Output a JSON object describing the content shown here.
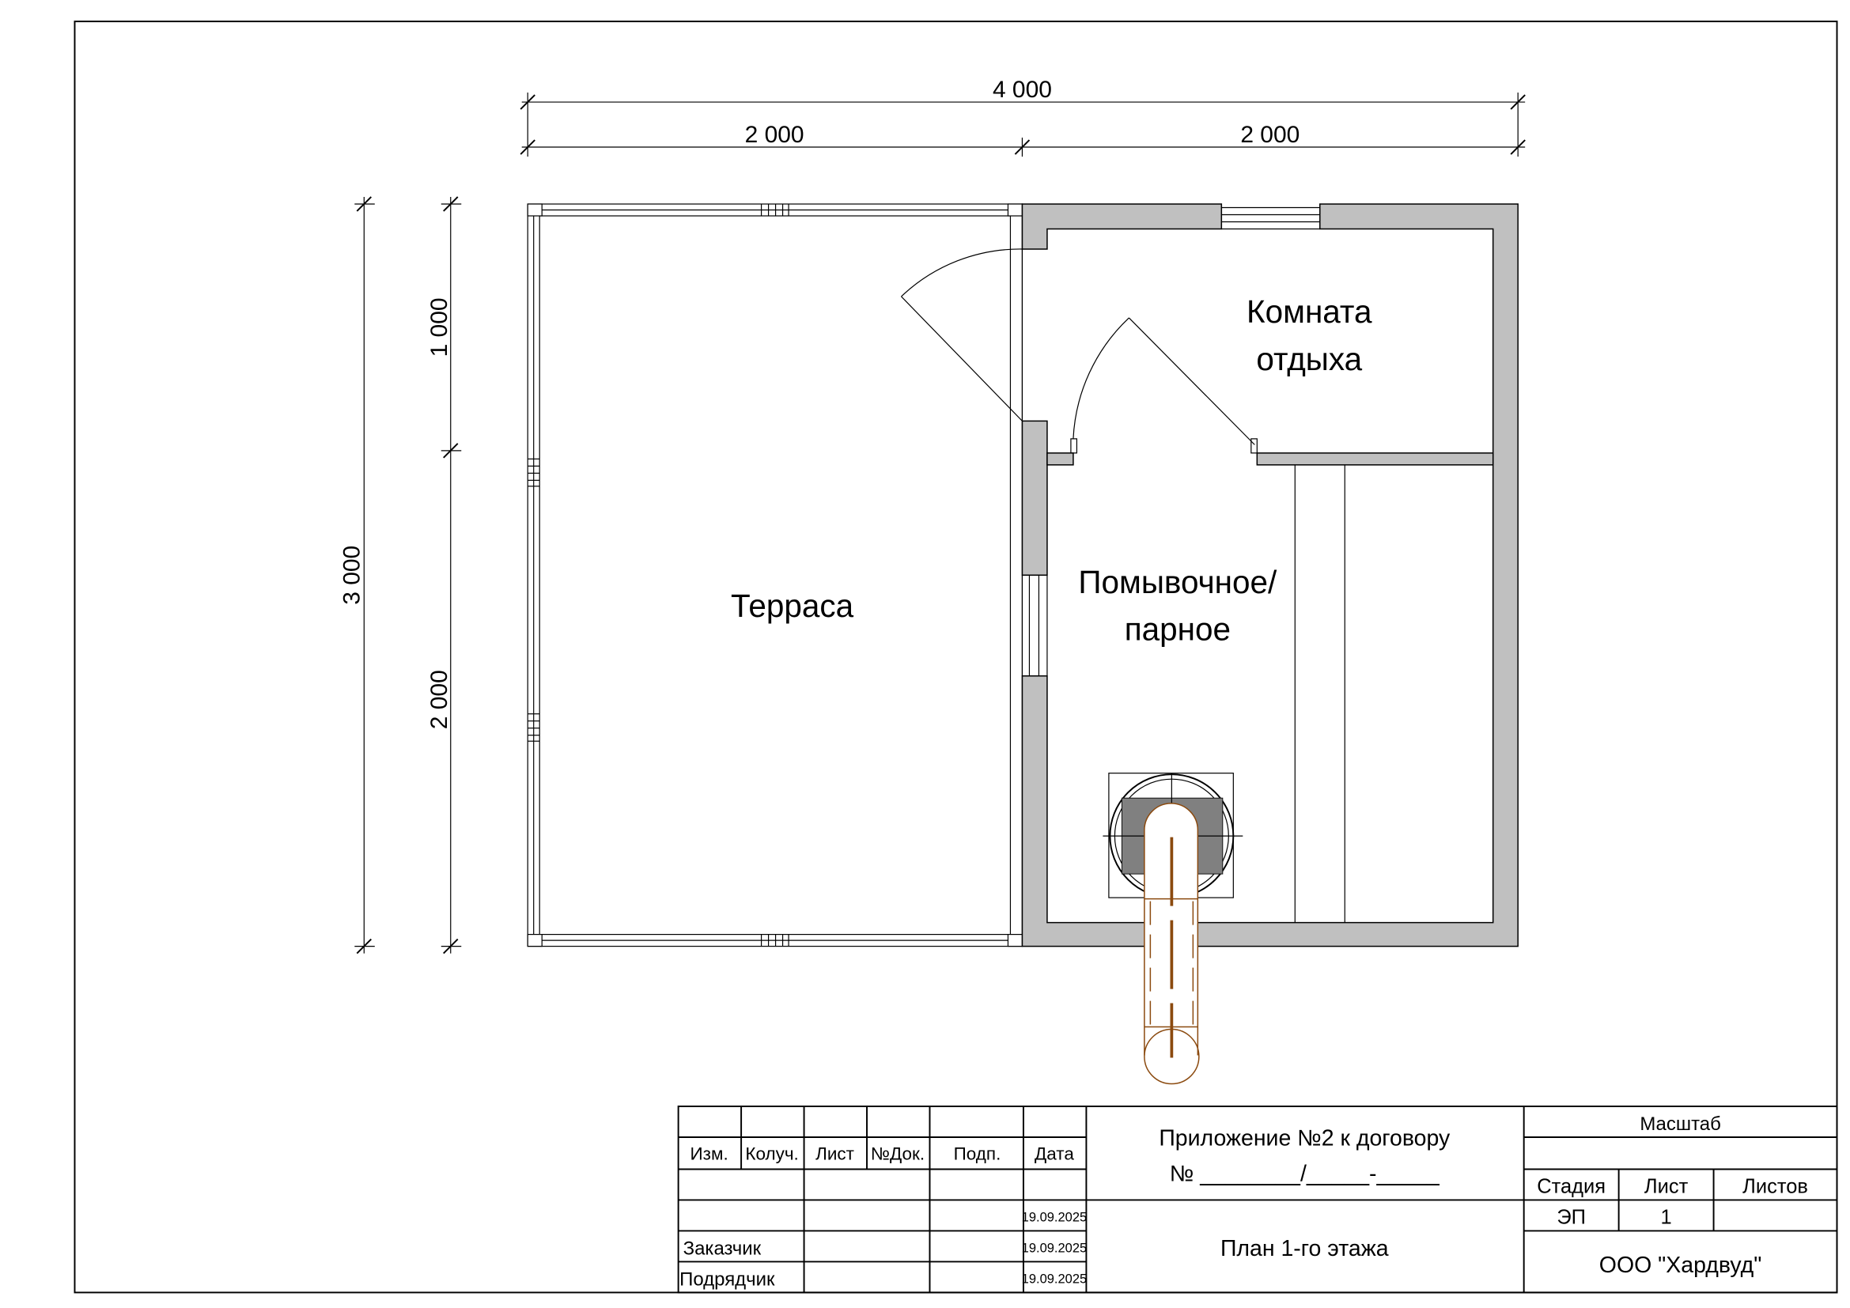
{
  "dimensions": {
    "overall_width": "4 000",
    "left_width": "2 000",
    "right_width": "2 000",
    "overall_depth": "3 000",
    "depth_top": "1 000",
    "depth_bottom": "2 000"
  },
  "rooms": {
    "terrace": "Терраса",
    "rest_room_line1": "Комната",
    "rest_room_line2": "отдыха",
    "wash_room_line1": "Помывочное/",
    "wash_room_line2": "парное"
  },
  "title_block": {
    "headers": [
      "Изм.",
      "Колуч.",
      "Лист",
      "№Док.",
      "Подп.",
      "Дата"
    ],
    "dates": [
      "19.09.2025",
      "19.09.2025",
      "19.09.2025"
    ],
    "customer": "Заказчик",
    "contractor": "Подрядчик",
    "document_title_line1": "Приложение №2 к договору",
    "document_title_line2": "№ ________/_____-_____",
    "sheet_title": "План 1-го этажа",
    "scale_label": "Масштаб",
    "stage_label": "Стадия",
    "sheet_label": "Лист",
    "sheets_label": "Листов",
    "stage_value": "ЭП",
    "sheet_value": "1",
    "company": "ООО \"Хардвуд\""
  },
  "colors": {
    "wall": "#c0c0c0",
    "stove": "#808080",
    "chimney": "#8b4a0f"
  }
}
